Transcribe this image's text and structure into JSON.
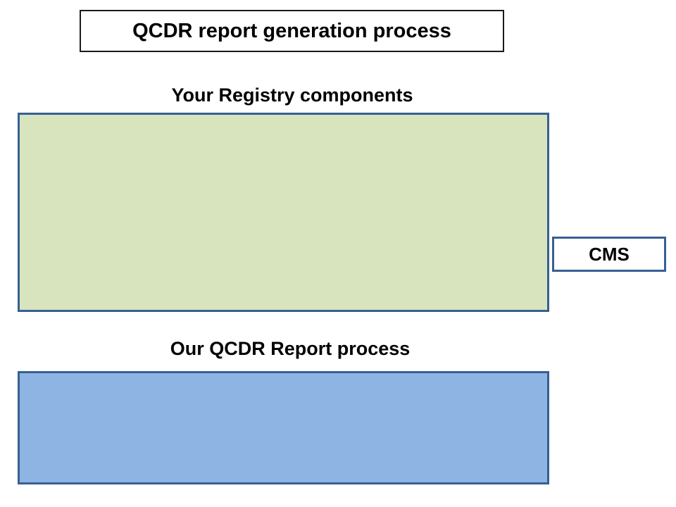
{
  "title": {
    "text": "QCDR report generation process"
  },
  "sections": {
    "registry": {
      "label": "Your Registry components",
      "fill_color": "#D7E4BD",
      "border_color": "#376092"
    },
    "qcdr": {
      "label": "Our QCDR Report process",
      "fill_color": "#8DB4E2",
      "border_color": "#376092"
    },
    "cms": {
      "label": "CMS",
      "fill_color": "#FFFFFF",
      "border_color": "#376092"
    }
  }
}
